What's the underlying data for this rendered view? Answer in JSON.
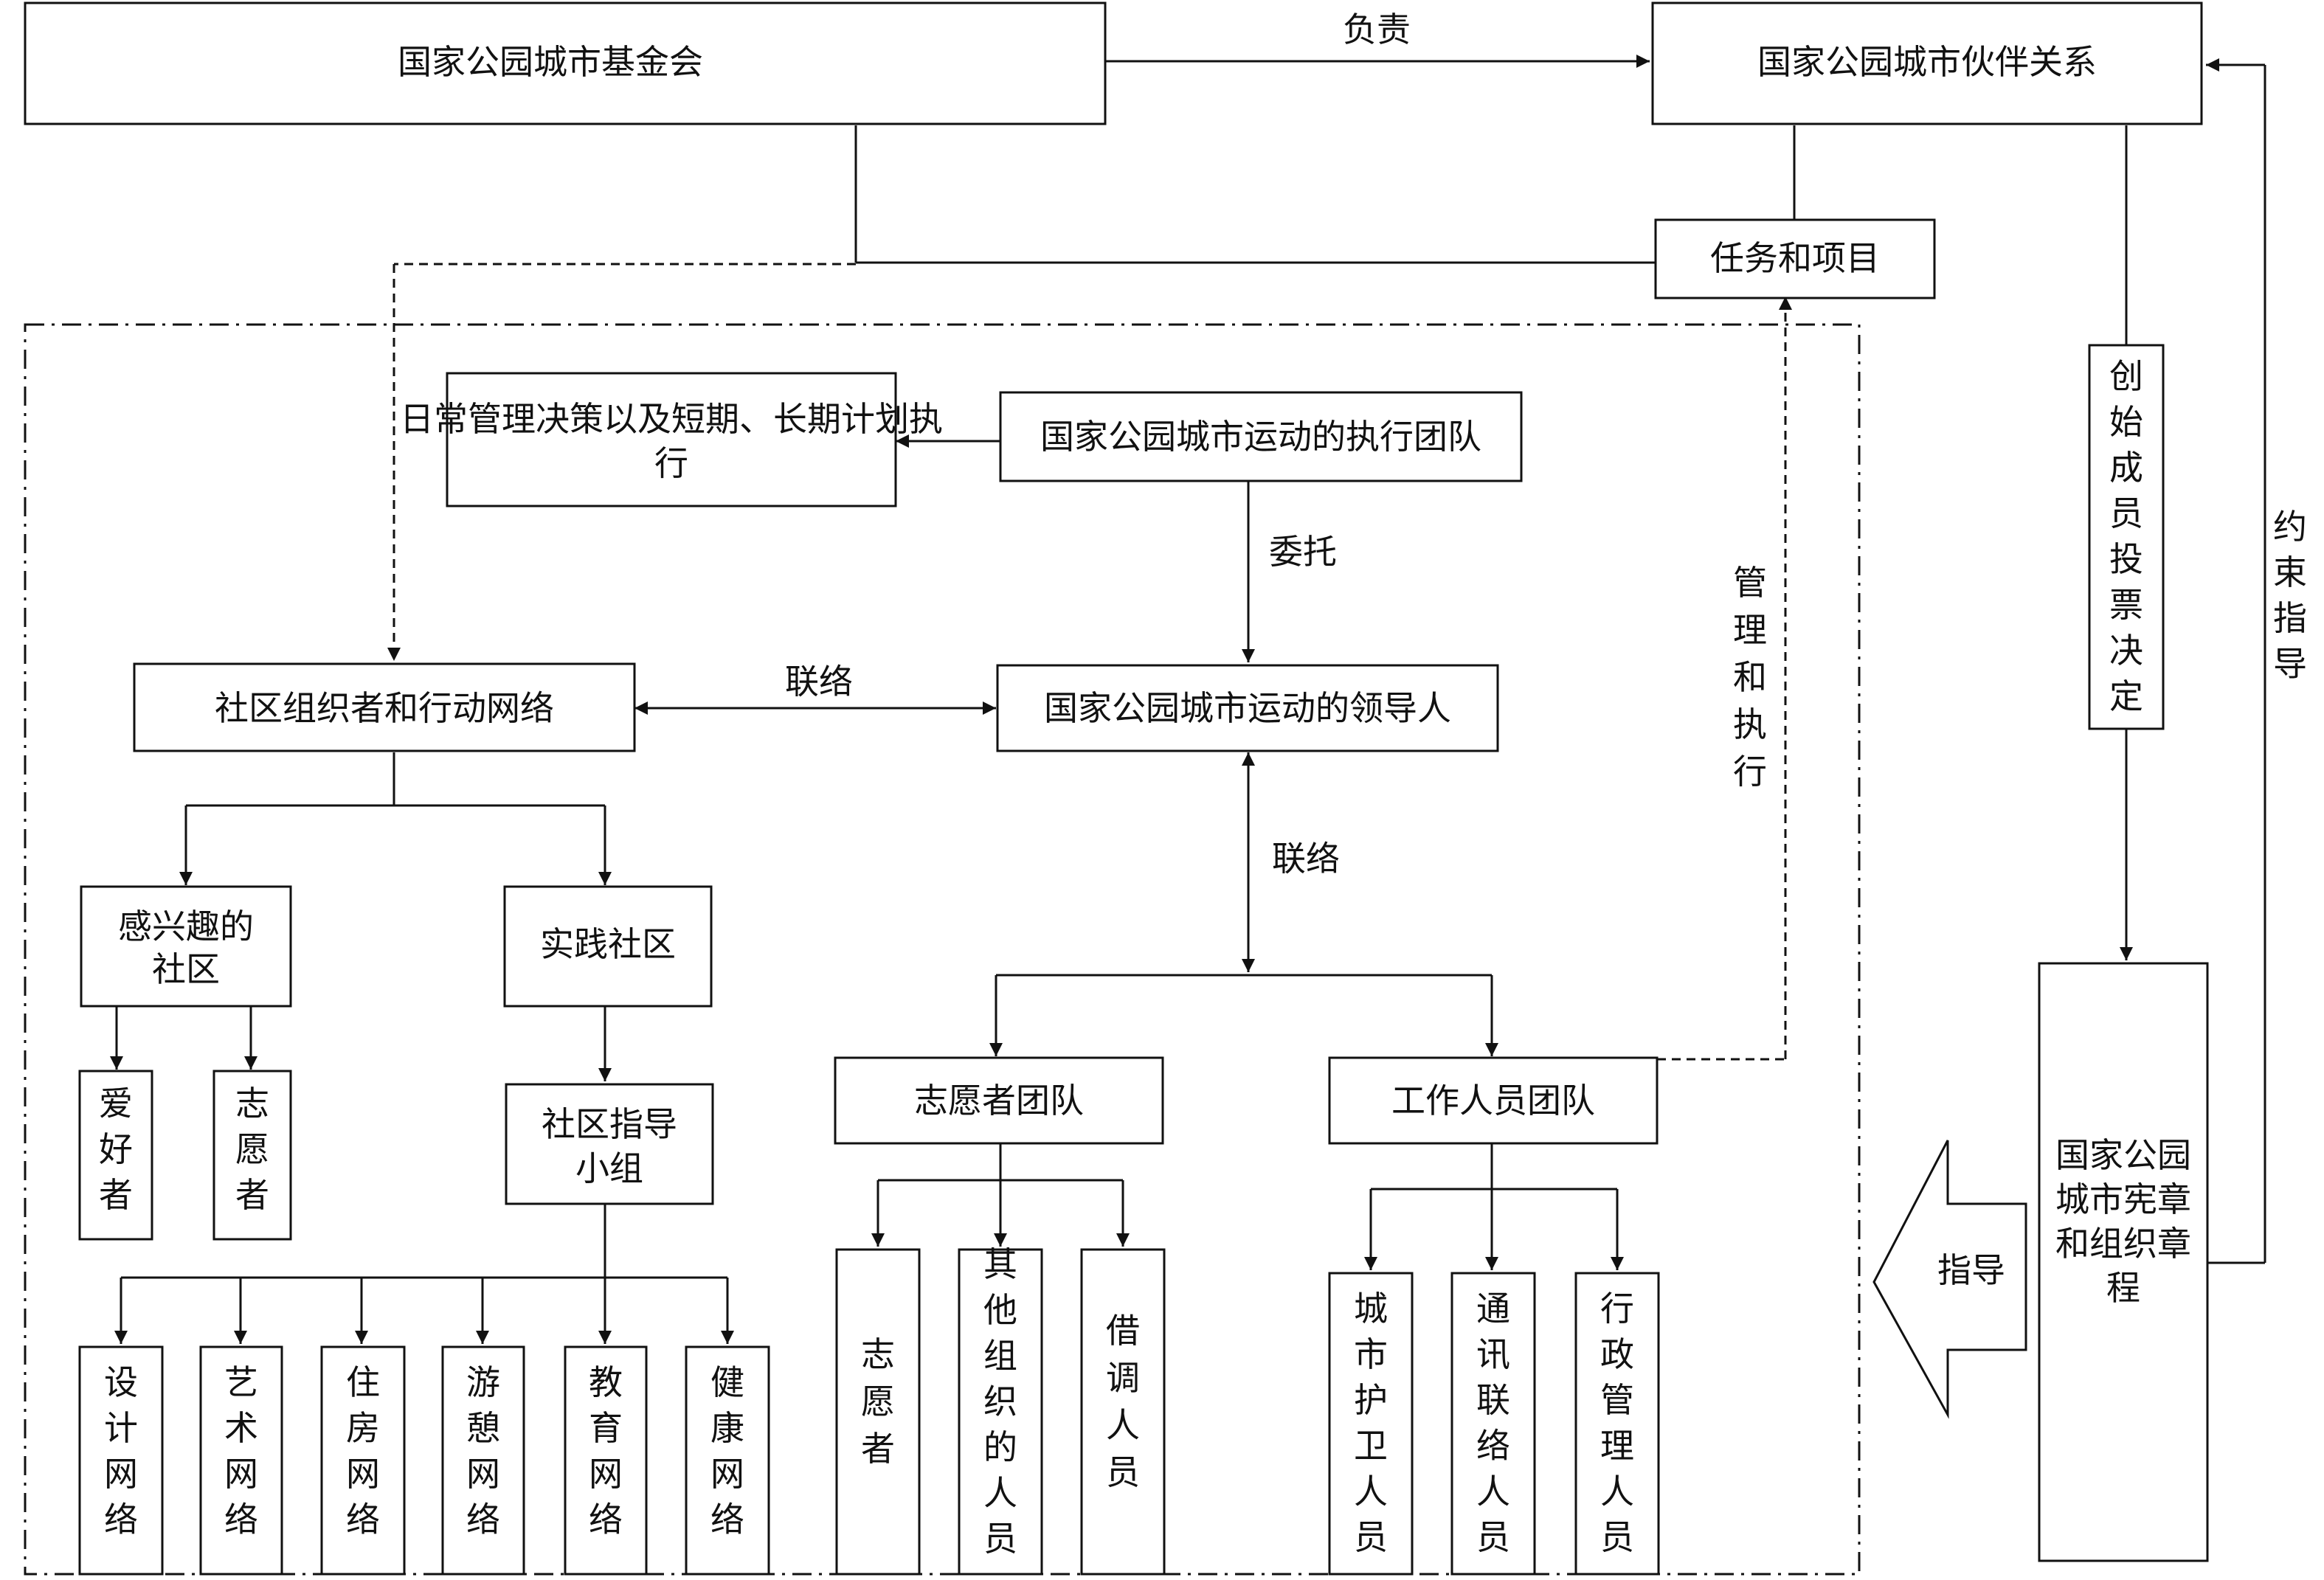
{
  "nodes": {
    "foundation": "国家公园城市基金会",
    "partnership": "国家公园城市伙伴关系",
    "tasks": "任务和项目",
    "daily_mgmt": "日常管理决策以及短期、长期计划执行",
    "exec_team": "国家公园城市运动的执行团队",
    "leader": "国家公园城市运动的领导人",
    "community_org": "社区组织者和行动网络",
    "interest_community": "感兴趣的社区",
    "practice_community": "实践社区",
    "hobbyist": "爱好者",
    "volunteer_a": "志愿者",
    "guide_group": "社区指导小组",
    "design_net": "设计网络",
    "art_net": "艺术网络",
    "housing_net": "住房网络",
    "leisure_net": "游憩网络",
    "edu_net": "教育网络",
    "health_net": "健康网络",
    "volunteer_team": "志愿者团队",
    "staff_team": "工作人员团队",
    "volunteer_b": "志愿者",
    "other_org": "其他组织的人员",
    "seconded": "借调人员",
    "ranger": "城市护卫人员",
    "comms": "通讯联络人员",
    "admin": "行政管理人员",
    "founder_vote": "创始成员投票决定",
    "charter": "国家公园城市宪章和组织章程"
  },
  "labels": {
    "responsible": "负责",
    "entrust": "委托",
    "liaison_1": "联络",
    "liaison_2": "联络",
    "manage_execute": "管理和执行",
    "constrain_guide": "约束指导",
    "guide": "指导"
  }
}
